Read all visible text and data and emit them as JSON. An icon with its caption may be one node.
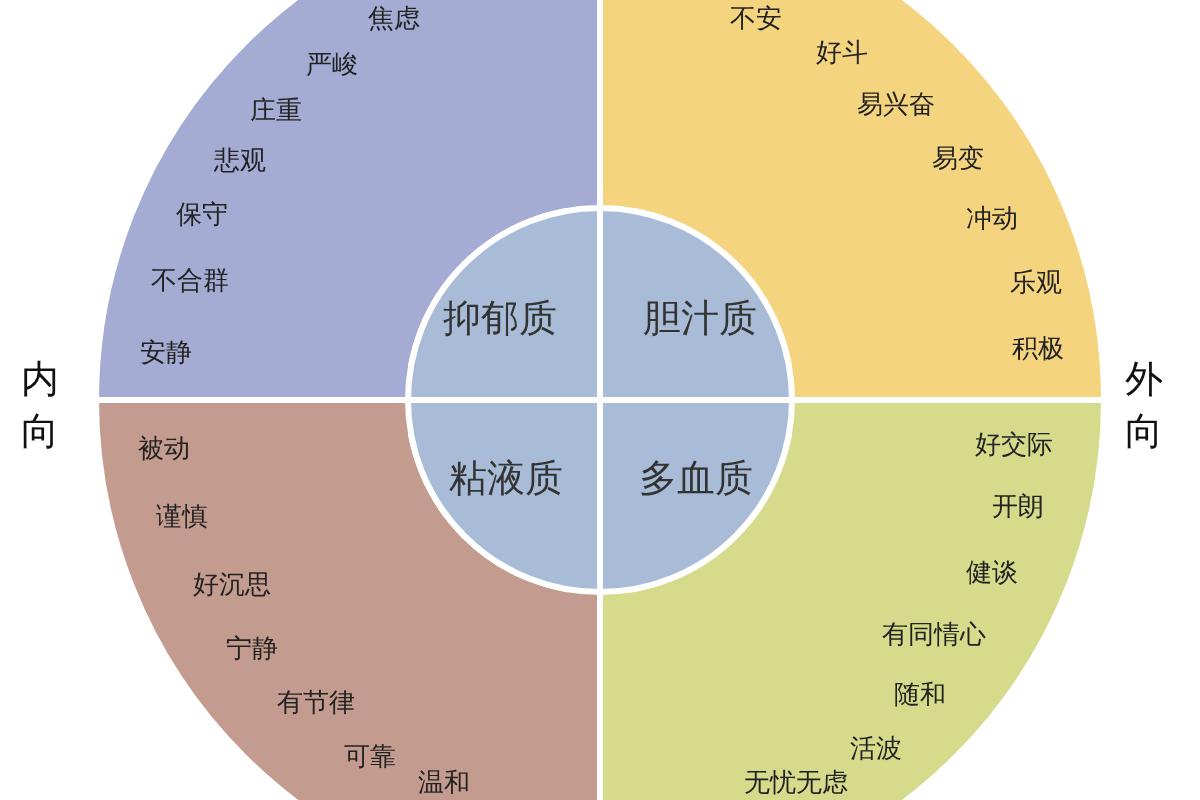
{
  "diagram": {
    "nodes": [
      {
        "text": [
          "焦虑",
          "严峻",
          "庄重",
          "悲观",
          "保守",
          "不合群",
          "安静"
        ]
      },
      {
        "text": [
          "不安",
          "好斗",
          "易兴奋",
          "易变",
          "冲动",
          "乐观",
          "积极"
        ]
      },
      {
        "text": [
          "被动",
          "谨慎",
          "好沉思",
          "宁静",
          "有节律",
          "可靠",
          "温和"
        ]
      },
      {
        "text": [
          "好交际",
          "开朗",
          "健谈",
          "有同情心",
          "随和",
          "活波",
          "无忧无虑"
        ]
      },
      {
        "text": [
          "抑郁质"
        ]
      },
      {
        "text": [
          "胆汁质"
        ]
      },
      {
        "text": [
          "粘液质"
        ]
      },
      {
        "text": [
          "多血质"
        ]
      }
    ],
    "labels": [
      "内向",
      "外向"
    ]
  }
}
